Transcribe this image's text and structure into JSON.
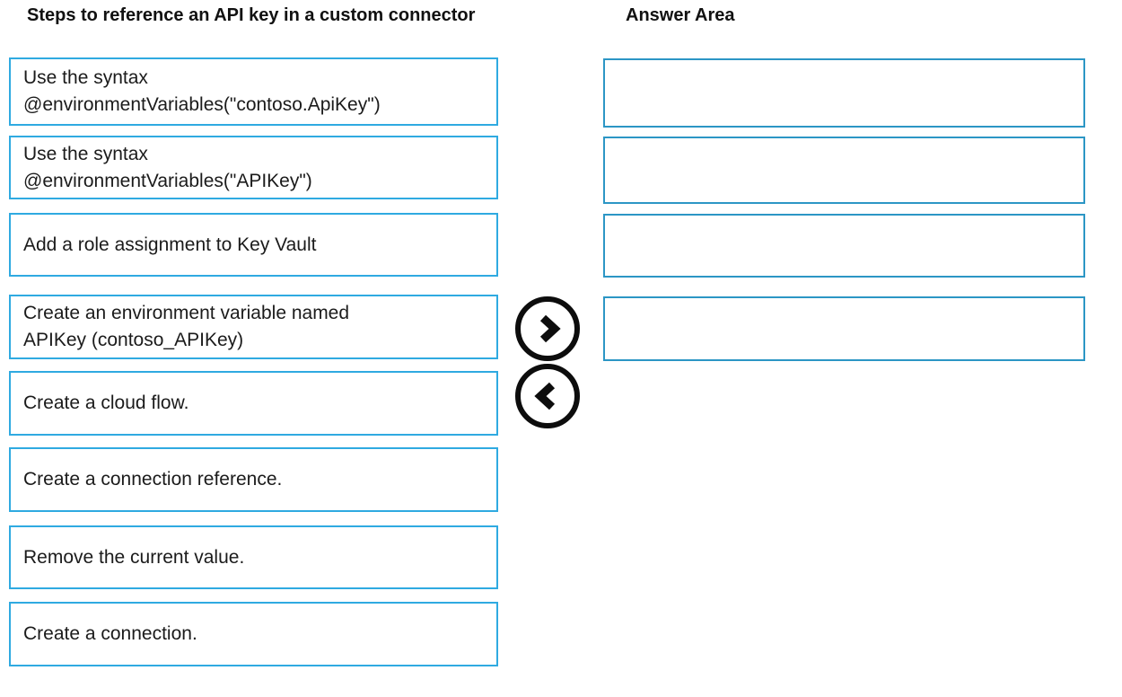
{
  "question": {
    "source_title": "Steps to reference an API key in a custom connector",
    "answer_title": "Answer Area"
  },
  "source_items": [
    {
      "text": "Use the syntax\n@environmentVariables(\"contoso.ApiKey\")"
    },
    {
      "text": "Use the syntax\n@environmentVariables(\"APIKey\")"
    },
    {
      "text": "Add a role assignment to Key Vault"
    },
    {
      "text": "Create an environment variable named\nAPIKey (contoso_APIKey)"
    },
    {
      "text": "Create a cloud flow."
    },
    {
      "text": "Create a connection reference."
    },
    {
      "text": "Remove the current value."
    },
    {
      "text": "Create a connection."
    }
  ],
  "answer_slots": [
    {
      "text": ""
    },
    {
      "text": ""
    },
    {
      "text": ""
    },
    {
      "text": ""
    }
  ],
  "controls": {
    "move_right_icon": "chevron-right",
    "move_left_icon": "chevron-left"
  },
  "colors": {
    "source_border": "#2faae1",
    "answer_border": "#2c96c5",
    "text": "#1b1b1b",
    "control": "#0d0d0d"
  }
}
